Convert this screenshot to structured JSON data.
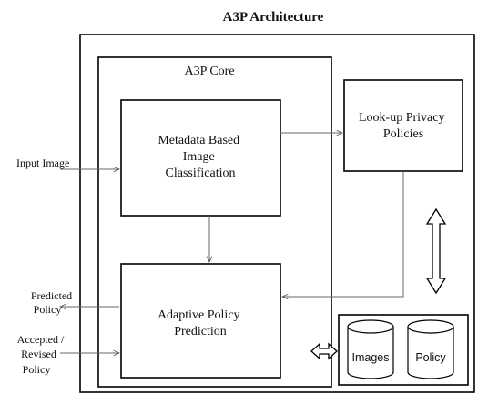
{
  "diagram": {
    "title": "A3P Architecture",
    "core_label": "A3P Core",
    "boxes": {
      "classification": [
        "Metadata Based",
        "Image",
        "Classification"
      ],
      "lookup": [
        "Look-up Privacy",
        "Policies"
      ],
      "prediction": [
        "Adaptive Policy",
        "Prediction"
      ]
    },
    "storage": {
      "images": "Images",
      "policy": "Policy"
    },
    "external": {
      "input": "Input Image",
      "predicted": [
        "Predicted",
        "Policy"
      ],
      "accepted": [
        "Accepted /",
        "Revised",
        "Policy"
      ]
    }
  }
}
